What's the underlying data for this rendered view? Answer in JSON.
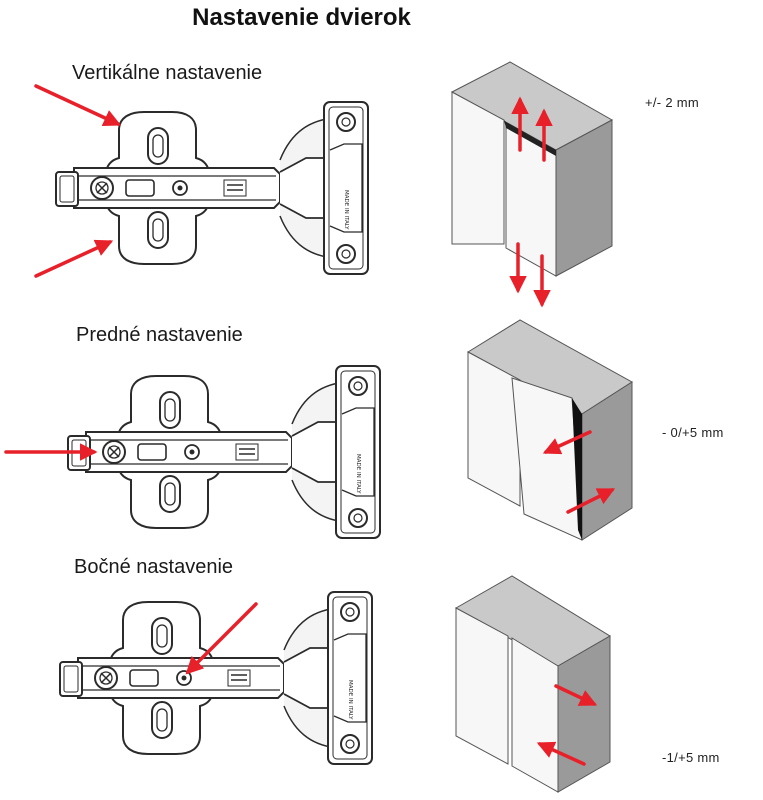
{
  "title": "Nastavenie dvierok",
  "sections": [
    {
      "label": "Vertikálne nastavenie",
      "value": "+/- 2 mm"
    },
    {
      "label": "Predné nastavenie",
      "value": "- 0/+5 mm"
    },
    {
      "label": "Bočné nastavenie",
      "value": "-1/+5 mm"
    }
  ],
  "hinge_stamp": "MADE IN ITALY",
  "colors": {
    "arrow": "#e8202a",
    "line": "#2b2b2b",
    "cabinet_top": "#c9c9c9",
    "cabinet_side": "#9a9a9a",
    "door": "#f7f7f7"
  }
}
